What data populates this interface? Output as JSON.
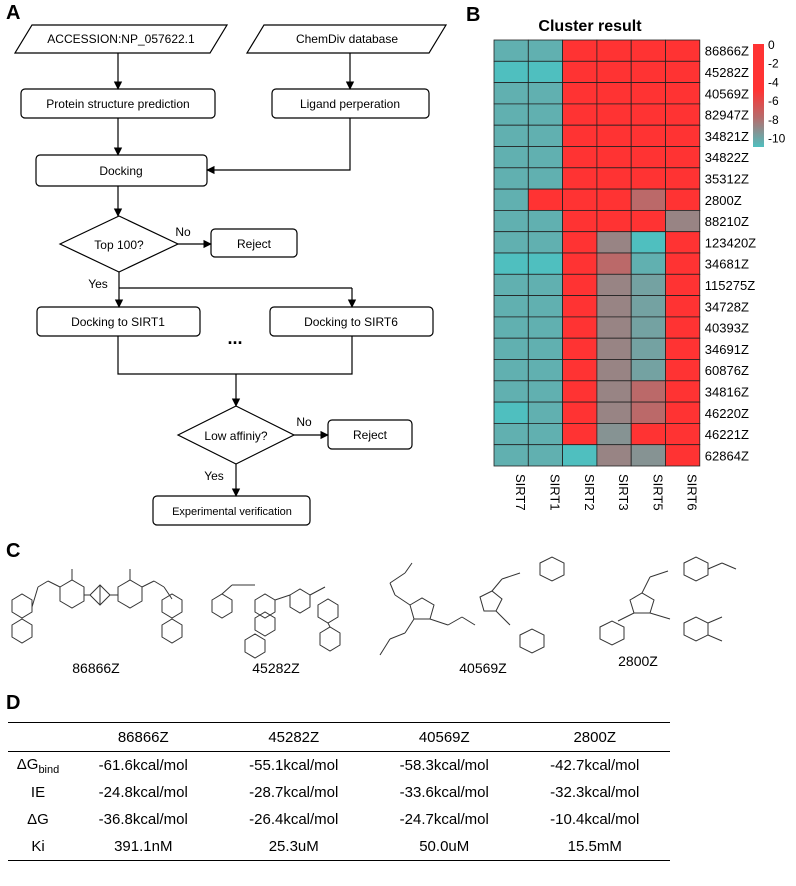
{
  "panels": {
    "a": "A",
    "b": "B",
    "c": "C",
    "d": "D"
  },
  "flowchart": {
    "accession": "ACCESSION:NP_057622.1",
    "database": "ChemDiv database",
    "protein_prediction": "Protein structure prediction",
    "ligand_preparation": "Ligand perperation",
    "docking": "Docking",
    "top100": "Top 100?",
    "no1": "No",
    "reject1": "Reject",
    "yes1": "Yes",
    "dock_sirt1": "Docking to SIRT1",
    "dock_sirt6": "Docking to SIRT6",
    "ellipsis": "...",
    "low_affinity": "Low affiniy?",
    "no2": "No",
    "reject2": "Reject",
    "yes2": "Yes",
    "experimental": "Experimental  verification"
  },
  "chart_data": {
    "type": "heatmap",
    "title": "Cluster result",
    "columns": [
      "SIRT7",
      "SIRT1",
      "SIRT2",
      "SIRT3",
      "SIRT5",
      "SIRT6"
    ],
    "rows": [
      "86866Z",
      "45282Z",
      "40569Z",
      "82947Z",
      "34821Z",
      "34822Z",
      "35312Z",
      "2800Z",
      "88210Z",
      "123420Z",
      "34681Z",
      "115275Z",
      "34728Z",
      "40393Z",
      "34691Z",
      "60876Z",
      "34816Z",
      "46220Z",
      "46221Z",
      "62864Z"
    ],
    "values": [
      [
        -10,
        -10,
        0,
        0,
        0,
        0
      ],
      [
        -11,
        -11,
        0,
        0,
        0,
        0
      ],
      [
        -10,
        -10,
        0,
        0,
        0,
        0
      ],
      [
        -10,
        -10,
        0,
        0,
        0,
        0
      ],
      [
        -10,
        -10,
        0,
        0,
        0,
        0
      ],
      [
        -10,
        -10,
        0,
        0,
        0,
        0
      ],
      [
        -10,
        -10,
        0,
        0,
        0,
        0
      ],
      [
        -10,
        0,
        0,
        0,
        -5,
        0
      ],
      [
        -10,
        -10,
        0,
        0,
        0,
        -7
      ],
      [
        -10,
        -10,
        0,
        -7,
        -11,
        0
      ],
      [
        -11,
        -11,
        0,
        -5,
        -10,
        0
      ],
      [
        -10,
        -10,
        0,
        -7,
        -9,
        0
      ],
      [
        -10,
        -10,
        0,
        -7,
        -9,
        0
      ],
      [
        -10,
        -10,
        0,
        -7,
        -9,
        0
      ],
      [
        -10,
        -10,
        0,
        -7,
        -9,
        0
      ],
      [
        -10,
        -10,
        0,
        -7,
        -9,
        0
      ],
      [
        -10,
        -10,
        0,
        -7,
        -5,
        0
      ],
      [
        -11,
        -10,
        0,
        -7,
        -5,
        0
      ],
      [
        -10,
        -10,
        0,
        -8,
        0,
        0
      ],
      [
        -10,
        -10,
        -11,
        -7,
        -8,
        0
      ]
    ],
    "colorbar": {
      "ticks": [
        "0",
        "-2",
        "-4",
        "-6",
        "-8",
        "-10"
      ],
      "tick_values": [
        0,
        -2,
        -4,
        -6,
        -8,
        -10
      ],
      "range": [
        -11,
        0
      ],
      "colors": [
        "#4fbfbf",
        "#ff3333"
      ]
    }
  },
  "compounds": [
    "86866Z",
    "45282Z",
    "40569Z",
    "2800Z"
  ],
  "table": {
    "headers": [
      "",
      "86866Z",
      "45282Z",
      "40569Z",
      "2800Z"
    ],
    "rows": [
      {
        "label": "ΔG",
        "sub": "bind",
        "values": [
          "-61.6kcal/mol",
          "-55.1kcal/mol",
          "-58.3kcal/mol",
          "-42.7kcal/mol"
        ]
      },
      {
        "label": "IE",
        "sub": "",
        "values": [
          "-24.8kcal/mol",
          "-28.7kcal/mol",
          "-33.6kcal/mol",
          "-32.3kcal/mol"
        ]
      },
      {
        "label": "ΔG",
        "sub": "",
        "values": [
          "-36.8kcal/mol",
          "-26.4kcal/mol",
          "-24.7kcal/mol",
          "-10.4kcal/mol"
        ]
      },
      {
        "label": "Ki",
        "sub": "",
        "values": [
          "391.1nM",
          "25.3uM",
          "50.0uM",
          "15.5mM"
        ]
      }
    ]
  }
}
